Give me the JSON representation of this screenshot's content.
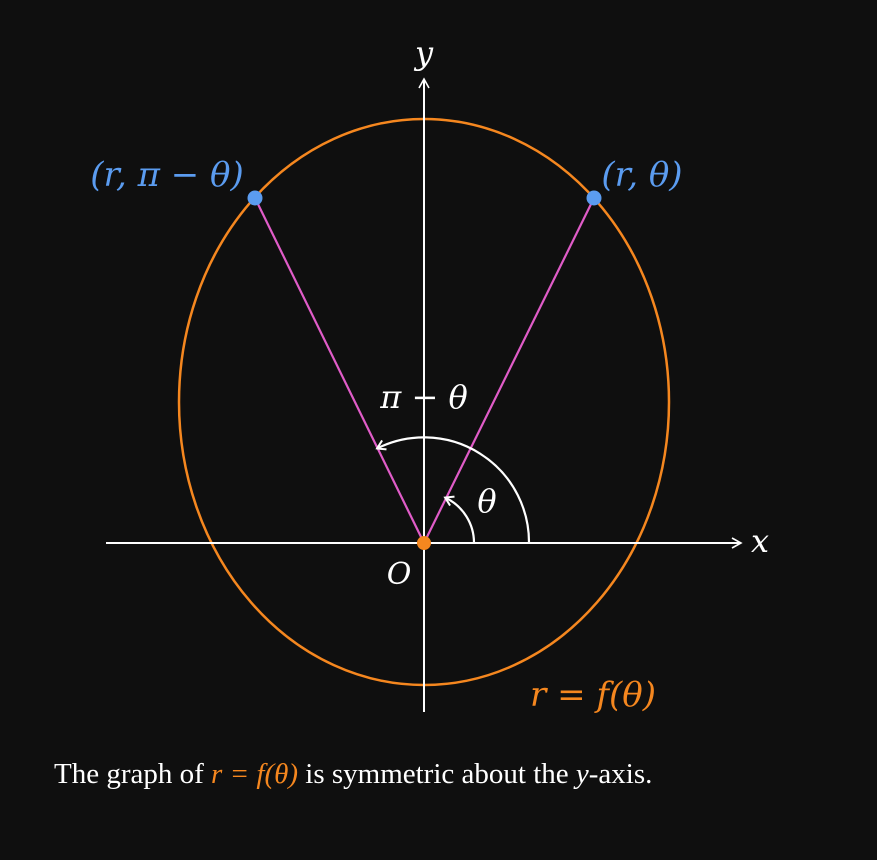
{
  "axes": {
    "x_label": "x",
    "y_label": "y",
    "origin_label": "O"
  },
  "labels": {
    "point_right": "(r, θ)",
    "point_left": "(r, π − θ)",
    "angle_theta": "θ",
    "angle_pi_minus_theta": "π − θ",
    "curve": "r = f(θ)"
  },
  "caption": {
    "prefix": "The graph of ",
    "equation": "r = f(θ)",
    "middle": " is symmetric about the ",
    "axis_var": "y",
    "suffix": "-axis."
  },
  "colors": {
    "background": "#0f0f0f",
    "curve": "#f5871f",
    "points": "#5b9cf0",
    "rays": "#e05cc8",
    "axes": "#ffffff",
    "origin": "#f5871f"
  }
}
